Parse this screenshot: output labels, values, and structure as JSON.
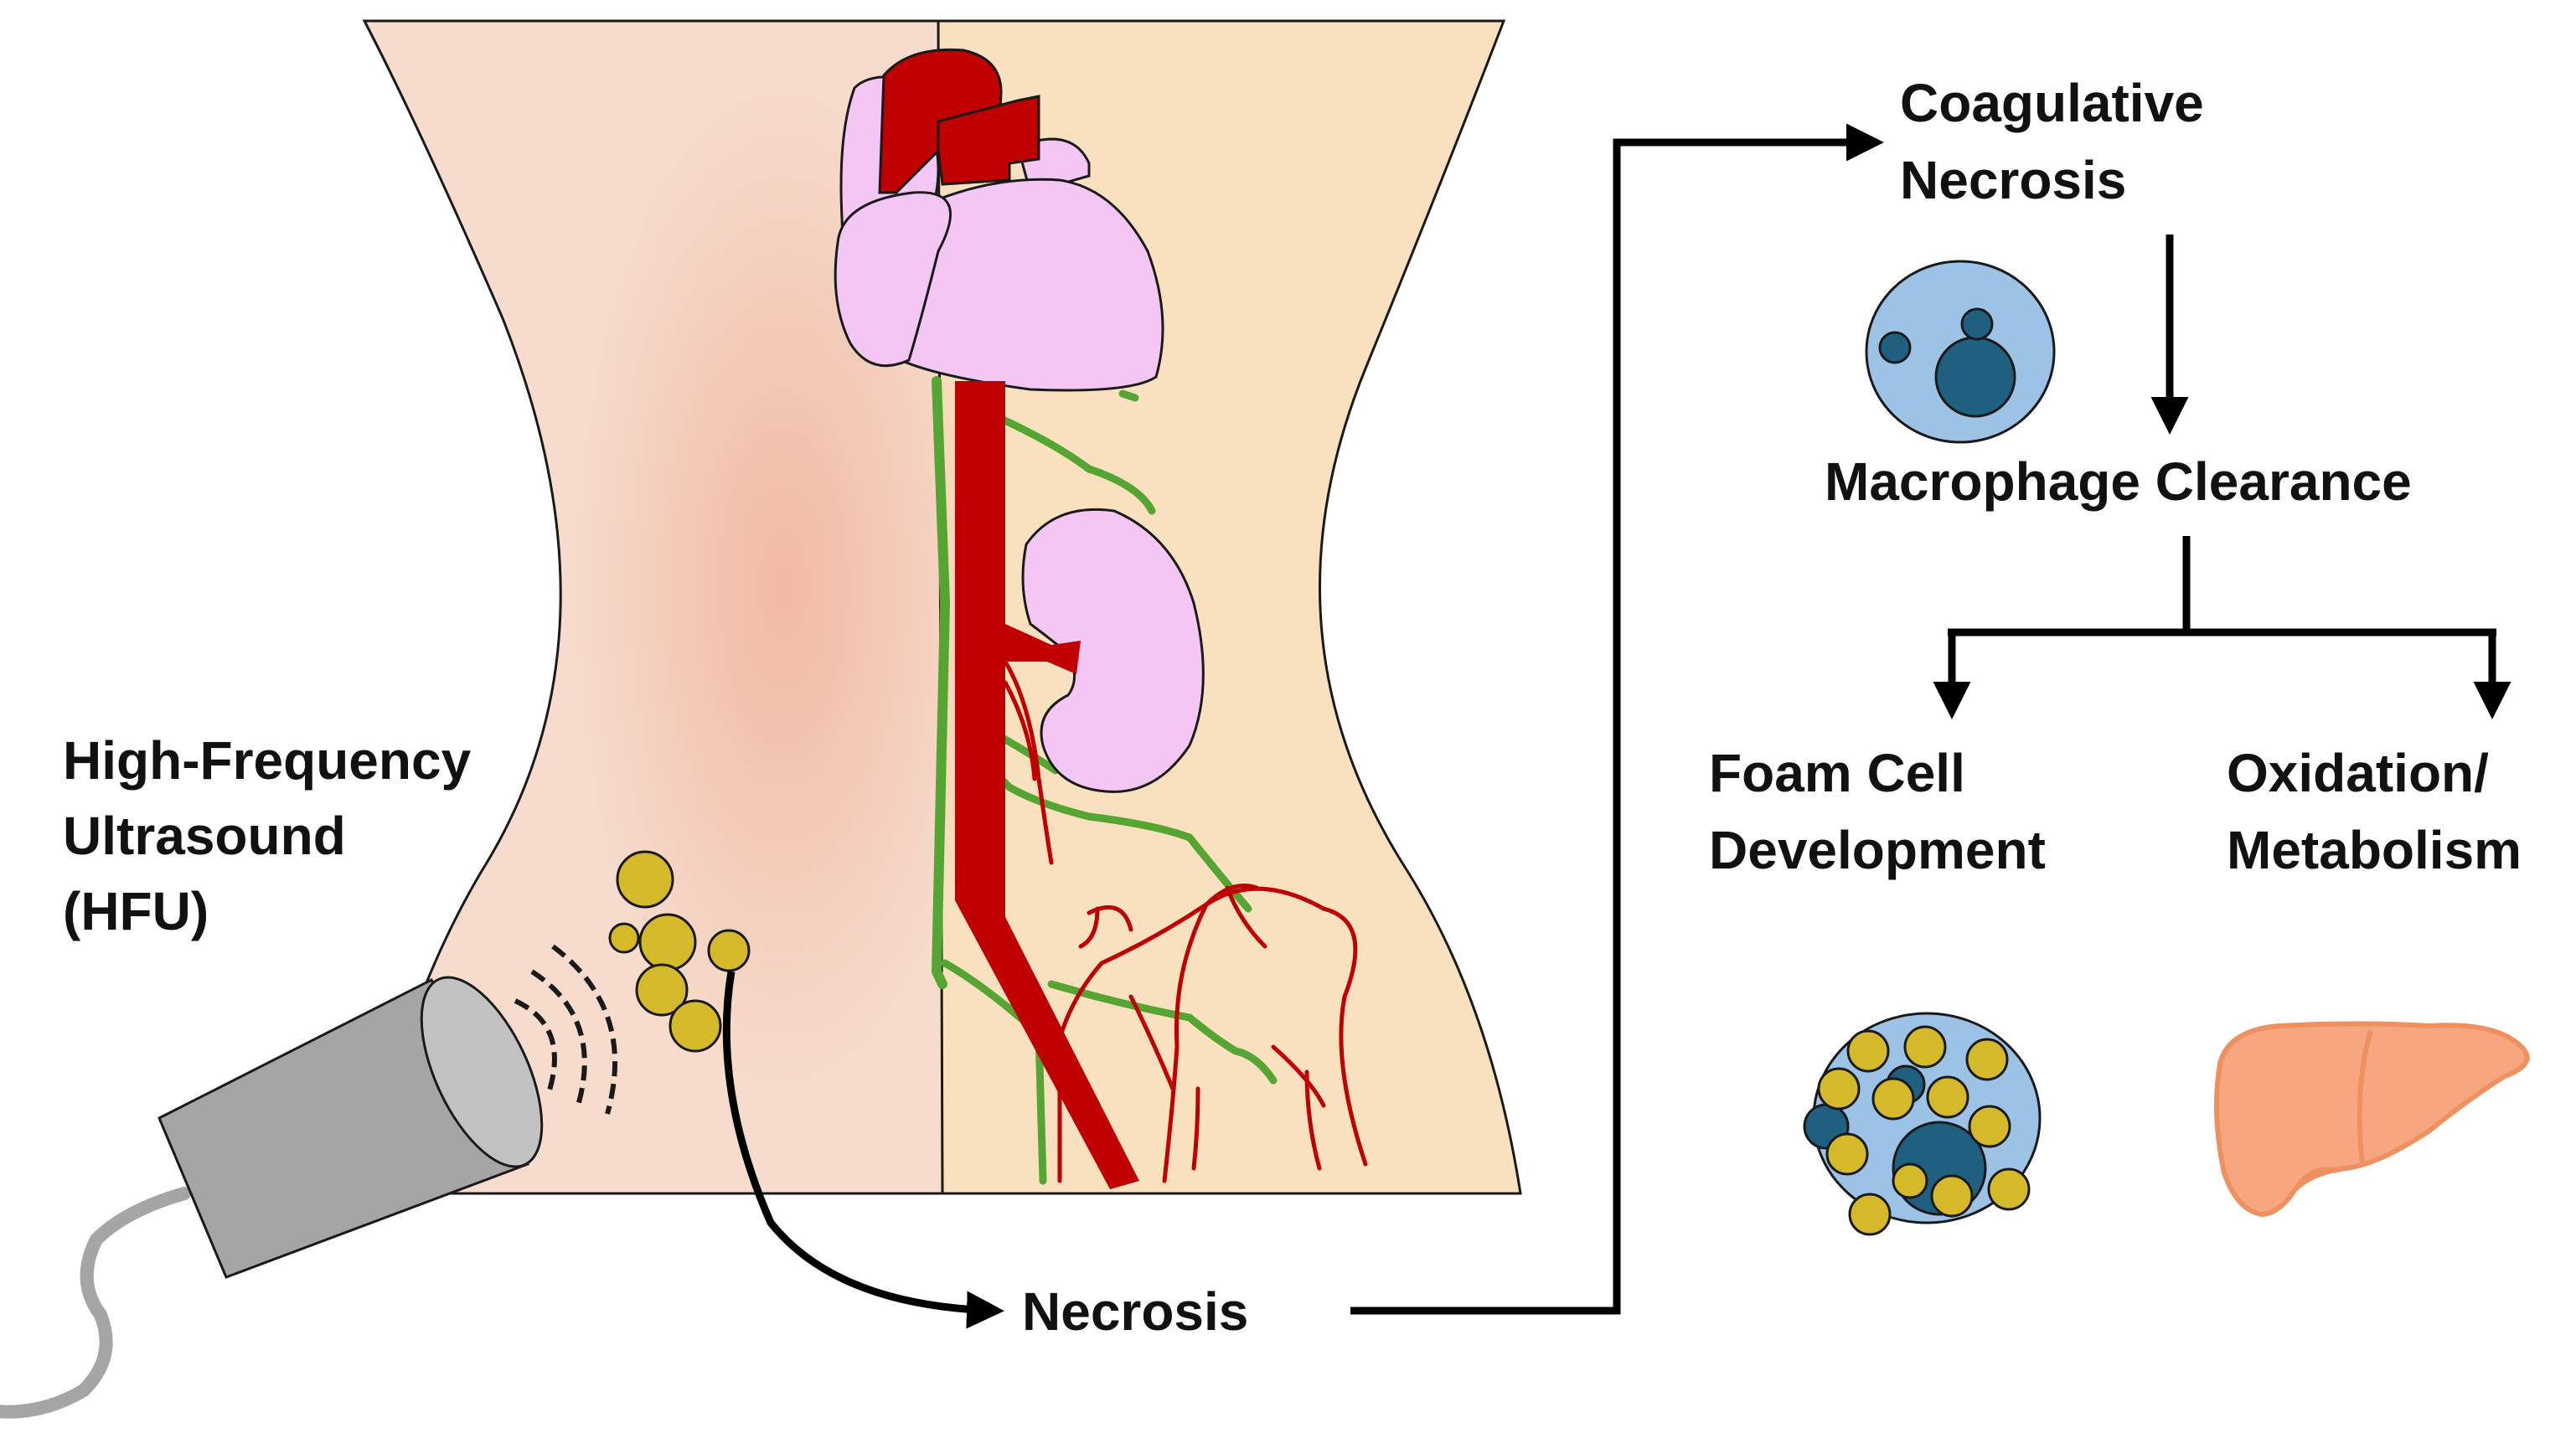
{
  "labels": {
    "hfu_line1": "High-Frequency",
    "hfu_line2": "Ultrasound",
    "hfu_line3": "(HFU)",
    "necrosis": "Necrosis",
    "coagulative_line1": "Coagulative",
    "coagulative_line2": "Necrosis",
    "macrophage": "Macrophage Clearance",
    "foam_line1": "Foam Cell",
    "foam_line2": "Development",
    "oxidation_line1": "Oxidation/",
    "oxidation_line2": "Metabolism"
  },
  "colors": {
    "skin_left": "#f7dccd",
    "skin_right": "#f9e1c0",
    "heart": "#f3c6f4",
    "artery": "#c00000",
    "nerve": "#55a532",
    "fat": "#d4b92a",
    "probe": "#a5a5a5",
    "cell": "#9cc3e6",
    "nucleus": "#1f5f7f",
    "liver": "#f6a77f"
  }
}
